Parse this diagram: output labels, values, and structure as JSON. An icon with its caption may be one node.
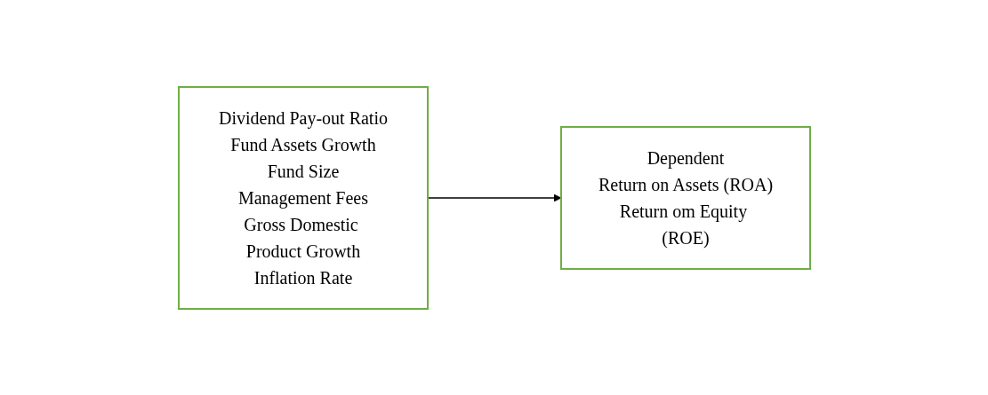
{
  "diagram": {
    "nodes": [
      {
        "text": [
          "Dividend Pay-out Ratio",
          "Fund Assets Growth",
          "Fund Size",
          "Management Fees",
          "Gross Domestic Product Growth",
          "Inflation Rate"
        ]
      },
      {
        "text": [
          "Dependent",
          "Return on Assets (ROA)",
          "Return om Equity (ROE)"
        ]
      }
    ],
    "edges": [
      {
        "from": 0,
        "to": 1,
        "arrow": "to"
      }
    ]
  }
}
